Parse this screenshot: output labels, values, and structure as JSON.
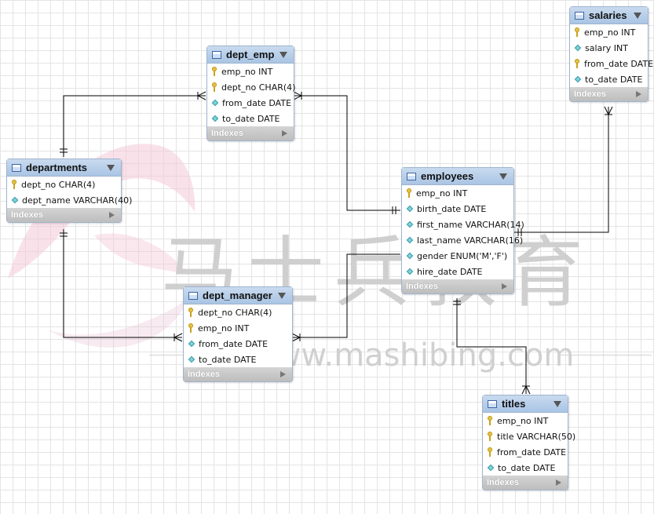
{
  "watermark": {
    "chinese": "马士兵教育",
    "url": "www.mashibing.com"
  },
  "indexes_label": "Indexes",
  "colors": {
    "header": "#a9c4e4",
    "border": "#9fb4cf",
    "key": "#e8c53a",
    "attribute": "#7dd3da",
    "line": "#000000"
  },
  "tables": {
    "salaries": {
      "name": "salaries",
      "columns": [
        {
          "text": "emp_no INT",
          "icon": "key-icon"
        },
        {
          "text": "salary INT",
          "icon": "diamond-icon"
        },
        {
          "text": "from_date DATE",
          "icon": "key-icon"
        },
        {
          "text": "to_date DATE",
          "icon": "diamond-icon"
        }
      ]
    },
    "dept_emp": {
      "name": "dept_emp",
      "columns": [
        {
          "text": "emp_no INT",
          "icon": "key-icon"
        },
        {
          "text": "dept_no CHAR(4)",
          "icon": "key-icon"
        },
        {
          "text": "from_date DATE",
          "icon": "diamond-icon"
        },
        {
          "text": "to_date DATE",
          "icon": "diamond-icon"
        }
      ]
    },
    "departments": {
      "name": "departments",
      "columns": [
        {
          "text": "dept_no CHAR(4)",
          "icon": "key-icon"
        },
        {
          "text": "dept_name VARCHAR(40)",
          "icon": "diamond-icon"
        }
      ]
    },
    "employees": {
      "name": "employees",
      "columns": [
        {
          "text": "emp_no INT",
          "icon": "key-icon"
        },
        {
          "text": "birth_date DATE",
          "icon": "diamond-icon"
        },
        {
          "text": "first_name VARCHAR(14)",
          "icon": "diamond-icon"
        },
        {
          "text": "last_name VARCHAR(16)",
          "icon": "diamond-icon"
        },
        {
          "text": "gender ENUM('M','F')",
          "icon": "diamond-icon"
        },
        {
          "text": "hire_date DATE",
          "icon": "diamond-icon"
        }
      ]
    },
    "dept_manager": {
      "name": "dept_manager",
      "columns": [
        {
          "text": "dept_no CHAR(4)",
          "icon": "key-icon"
        },
        {
          "text": "emp_no INT",
          "icon": "key-icon"
        },
        {
          "text": "from_date DATE",
          "icon": "diamond-icon"
        },
        {
          "text": "to_date DATE",
          "icon": "diamond-icon"
        }
      ]
    },
    "titles": {
      "name": "titles",
      "columns": [
        {
          "text": "emp_no INT",
          "icon": "key-icon"
        },
        {
          "text": "title VARCHAR(50)",
          "icon": "key-icon"
        },
        {
          "text": "from_date DATE",
          "icon": "key-icon"
        },
        {
          "text": "to_date DATE",
          "icon": "diamond-icon"
        }
      ]
    }
  }
}
